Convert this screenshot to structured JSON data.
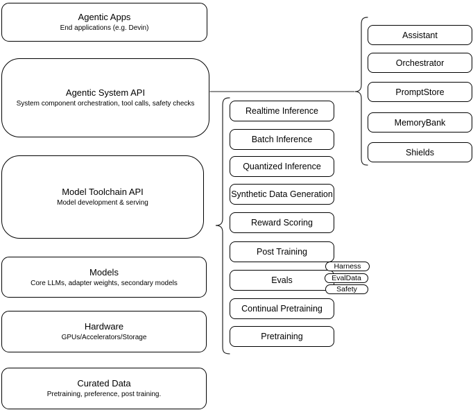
{
  "diagram": {
    "layers": [
      {
        "title": "Agentic Apps",
        "subtitle": "End applications (e.g. Devin)"
      },
      {
        "title": "Agentic System API",
        "subtitle": "System component orchestration, tool calls, safety checks"
      },
      {
        "title": "Model Toolchain API",
        "subtitle": "Model development & serving"
      },
      {
        "title": "Models",
        "subtitle": "Core LLMs, adapter weights, secondary models"
      },
      {
        "title": "Hardware",
        "subtitle": "GPUs/Accelerators/Storage"
      },
      {
        "title": "Curated Data",
        "subtitle": "Pretraining, preference, post training."
      }
    ],
    "toolchain_items": [
      "Realtime Inference",
      "Batch Inference",
      "Quantized Inference",
      "Synthetic Data Generation",
      "Reward Scoring",
      "Post Training",
      "Evals",
      "Continual Pretraining",
      "Pretraining"
    ],
    "evals_tags": [
      "Harness",
      "EvalData",
      "Safety"
    ],
    "system_components": [
      "Assistant",
      "Orchestrator",
      "PromptStore",
      "MemoryBank",
      "Shields"
    ],
    "colors": {
      "box_stroke": "#000000",
      "brace": "#262626",
      "connector": "#4d4d4d",
      "background": "#ffffff",
      "text": "#000000"
    }
  }
}
